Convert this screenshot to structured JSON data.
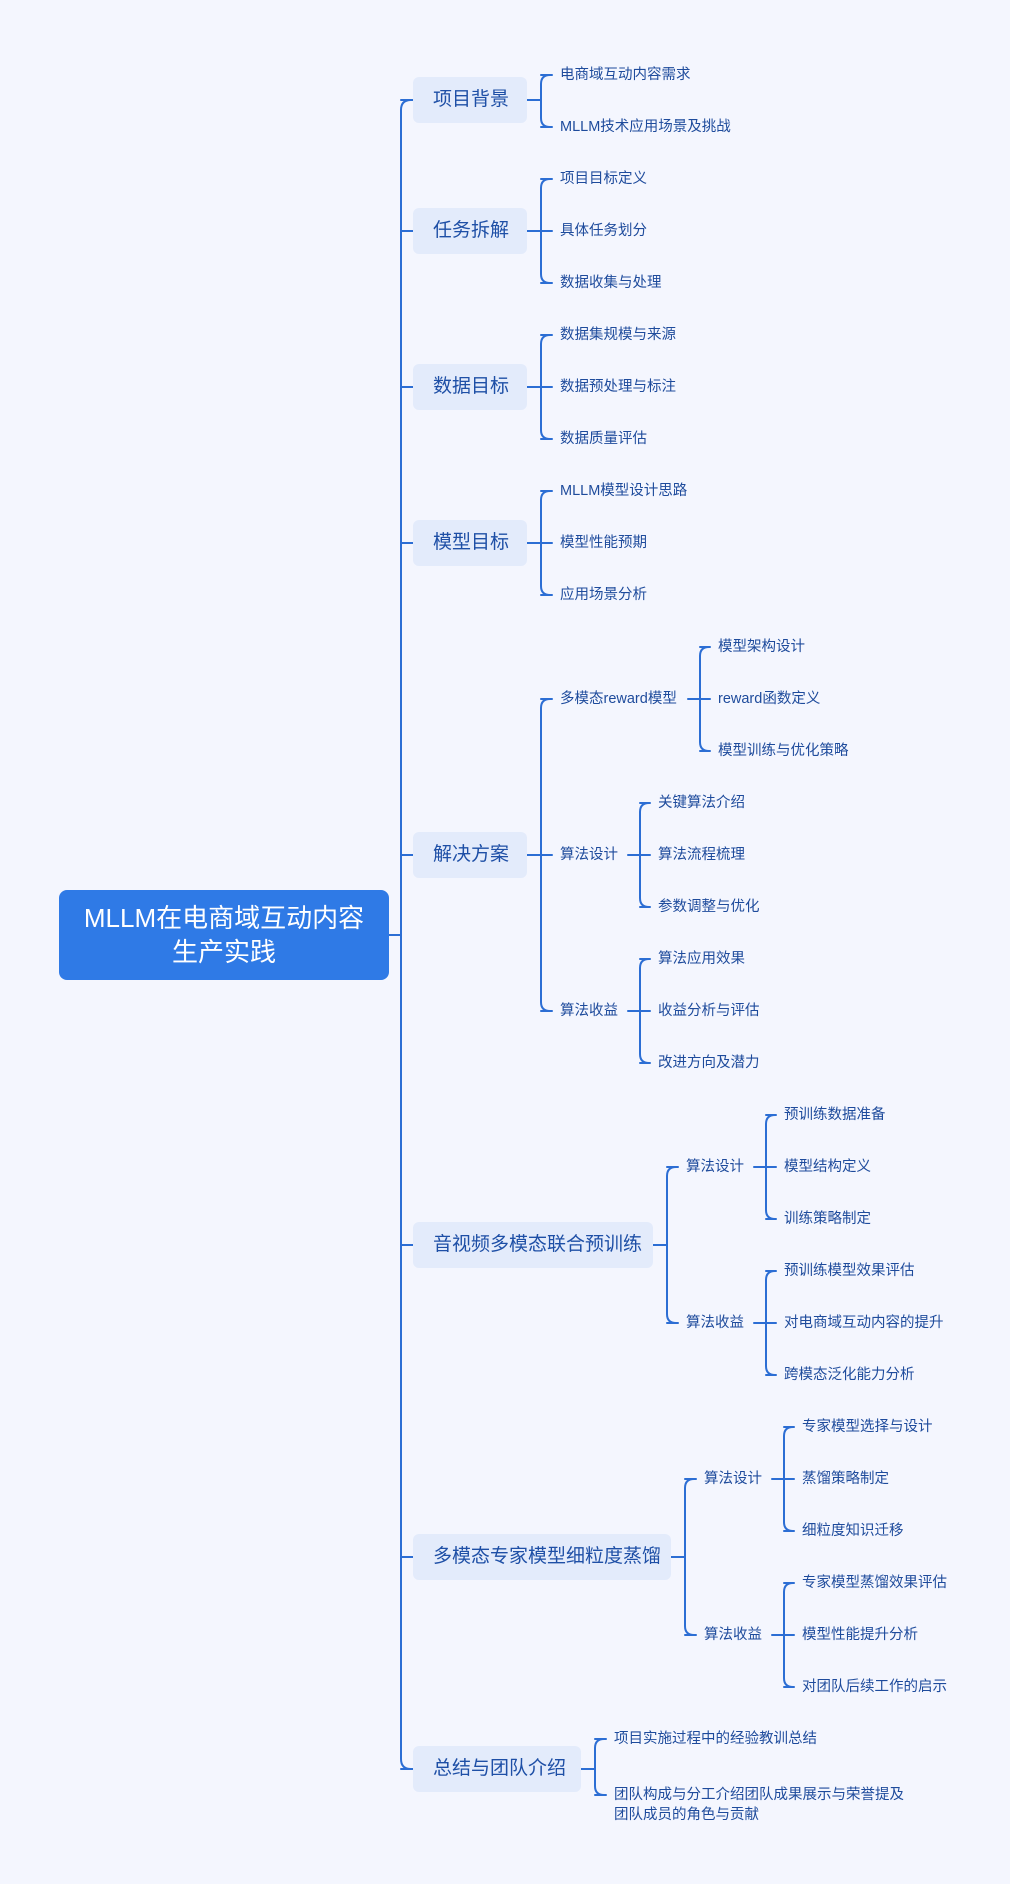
{
  "root": {
    "line1": "MLLM在电商域互动内容",
    "line2": "生产实践"
  },
  "sections": [
    {
      "label": "项目背景",
      "children": [
        {
          "label": "电商域互动内容需求"
        },
        {
          "label": "MLLM技术应用场景及挑战"
        }
      ]
    },
    {
      "label": "任务拆解",
      "children": [
        {
          "label": "项目目标定义"
        },
        {
          "label": "具体任务划分"
        },
        {
          "label": "数据收集与处理"
        }
      ]
    },
    {
      "label": "数据目标",
      "children": [
        {
          "label": "数据集规模与来源"
        },
        {
          "label": "数据预处理与标注"
        },
        {
          "label": "数据质量评估"
        }
      ]
    },
    {
      "label": "模型目标",
      "children": [
        {
          "label": "MLLM模型设计思路"
        },
        {
          "label": "模型性能预期"
        },
        {
          "label": "应用场景分析"
        }
      ]
    },
    {
      "label": "解决方案",
      "children": [
        {
          "label": "多模态reward模型",
          "children": [
            {
              "label": "模型架构设计"
            },
            {
              "label": "reward函数定义"
            },
            {
              "label": "模型训练与优化策略"
            }
          ]
        },
        {
          "label": "算法设计",
          "children": [
            {
              "label": "关键算法介绍"
            },
            {
              "label": "算法流程梳理"
            },
            {
              "label": "参数调整与优化"
            }
          ]
        },
        {
          "label": "算法收益",
          "children": [
            {
              "label": "算法应用效果"
            },
            {
              "label": "收益分析与评估"
            },
            {
              "label": "改进方向及潜力"
            }
          ]
        }
      ]
    },
    {
      "label": "音视频多模态联合预训练",
      "children": [
        {
          "label": "算法设计",
          "children": [
            {
              "label": "预训练数据准备"
            },
            {
              "label": "模型结构定义"
            },
            {
              "label": "训练策略制定"
            }
          ]
        },
        {
          "label": "算法收益",
          "children": [
            {
              "label": "预训练模型效果评估"
            },
            {
              "label": "对电商域互动内容的提升"
            },
            {
              "label": "跨模态泛化能力分析"
            }
          ]
        }
      ]
    },
    {
      "label": "多模态专家模型细粒度蒸馏",
      "children": [
        {
          "label": "算法设计",
          "children": [
            {
              "label": "专家模型选择与设计"
            },
            {
              "label": "蒸馏策略制定"
            },
            {
              "label": "细粒度知识迁移"
            }
          ]
        },
        {
          "label": "算法收益",
          "children": [
            {
              "label": "专家模型蒸馏效果评估"
            },
            {
              "label": "模型性能提升分析"
            },
            {
              "label": "对团队后续工作的启示"
            }
          ]
        }
      ]
    },
    {
      "label": "总结与团队介绍",
      "children": [
        {
          "label": "项目实施过程中的经验教训总结"
        },
        {
          "label": "团队构成与分工介绍团队成果展示与荣誉提及",
          "label2": "团队成员的角色与贡献"
        }
      ]
    }
  ]
}
